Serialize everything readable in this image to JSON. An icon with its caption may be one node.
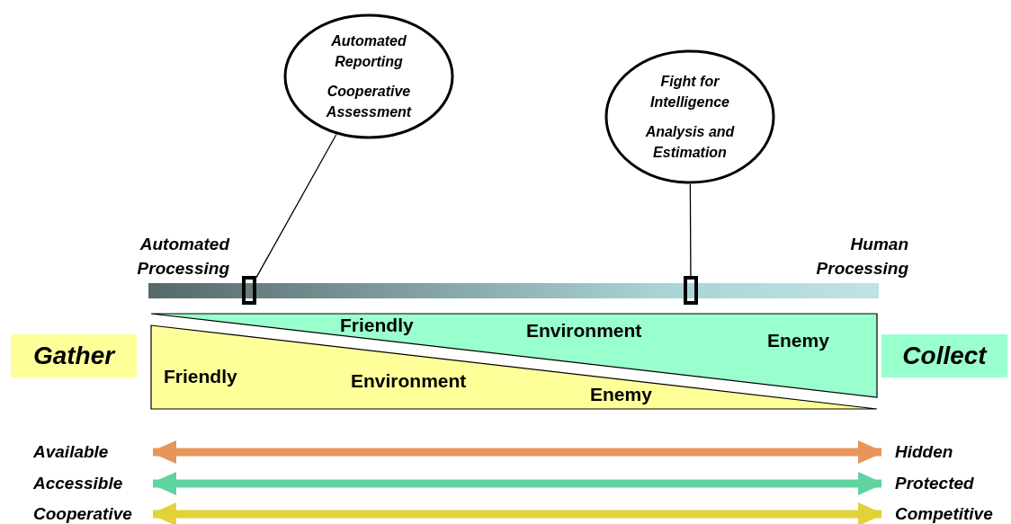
{
  "diagram": {
    "nodes": [
      {
        "text": [
          "Automated Reporting",
          "Cooperative Assessment"
        ]
      },
      {
        "text": [
          "Fight for Intelligence",
          "Analysis and Estimation"
        ]
      },
      {
        "text": [],
        "shape": "bar"
      },
      {
        "text": [],
        "shape": "box"
      },
      {
        "text": [],
        "shape": "box"
      },
      {
        "text": [
          "Friendly",
          "Environment",
          "Enemy"
        ]
      },
      {
        "text": [
          "Gather"
        ]
      },
      {
        "text": [
          "Friendly",
          "Environment",
          "Enemy"
        ]
      },
      {
        "text": [
          "Collect"
        ]
      },
      {
        "text": [
          "Available"
        ]
      },
      {
        "text": [
          "Hidden"
        ]
      },
      {
        "text": [
          "Accessible"
        ]
      },
      {
        "text": [
          "Protected"
        ]
      },
      {
        "text": [
          "Cooperative"
        ]
      },
      {
        "text": [
          "Competitive"
        ]
      }
    ],
    "edges": [
      {
        "from": 0,
        "to": 3,
        "arrow": "none"
      },
      {
        "from": 1,
        "to": 4,
        "arrow": "none"
      },
      {
        "from": 9,
        "to": 10,
        "arrow": "both",
        "color": "#e8955a"
      },
      {
        "from": 11,
        "to": 12,
        "arrow": "both",
        "color": "#5fd3a0"
      },
      {
        "from": 13,
        "to": 14,
        "arrow": "both",
        "color": "#e2d23a"
      }
    ],
    "labels": [
      "Automated Processing",
      "Human Processing"
    ]
  }
}
